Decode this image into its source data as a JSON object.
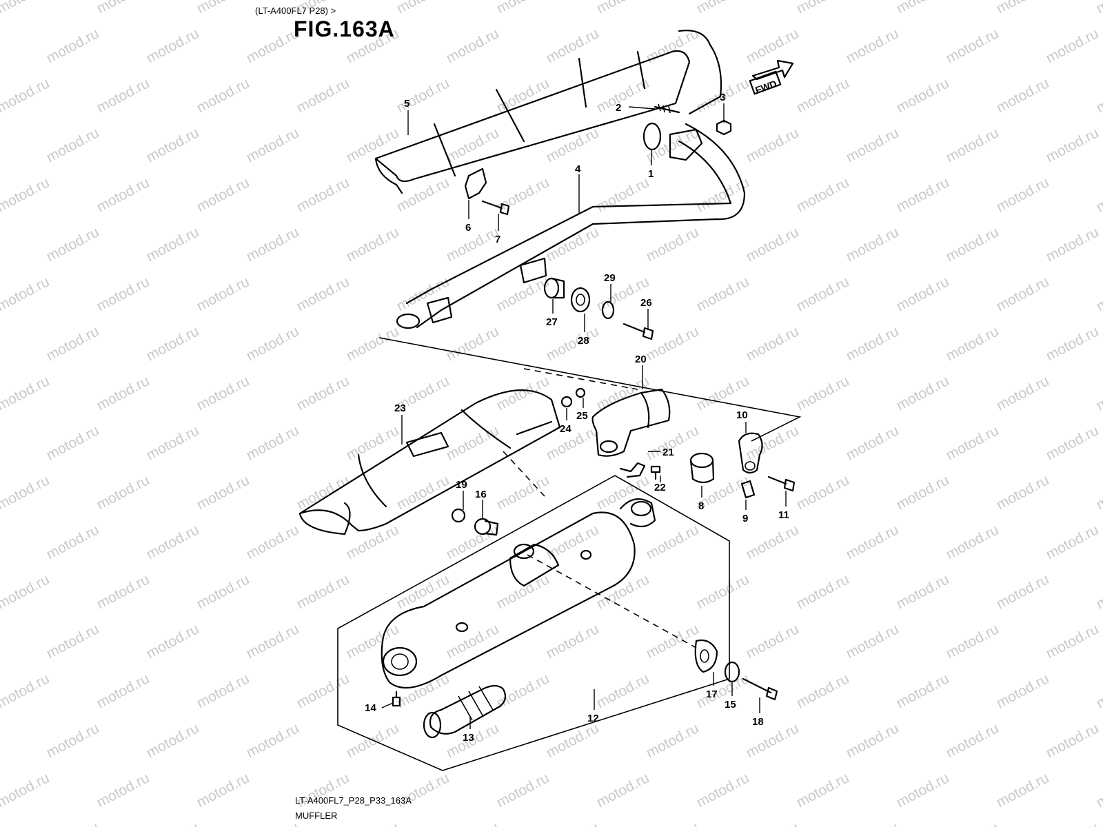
{
  "header": {
    "ref": "(LT-A400FL7 P28) >",
    "figure": "FIG.163A"
  },
  "forward_label": "FWD",
  "footer": {
    "code": "LT-A400FL7_P28_P33_163A",
    "name": "MUFFLER"
  },
  "watermark": "motod.ru",
  "callouts": [
    "1",
    "2",
    "3",
    "4",
    "5",
    "6",
    "7",
    "8",
    "9",
    "10",
    "11",
    "12",
    "13",
    "14",
    "15",
    "16",
    "17",
    "18",
    "19",
    "20",
    "21",
    "22",
    "23",
    "24",
    "25",
    "26",
    "27",
    "28",
    "29"
  ]
}
